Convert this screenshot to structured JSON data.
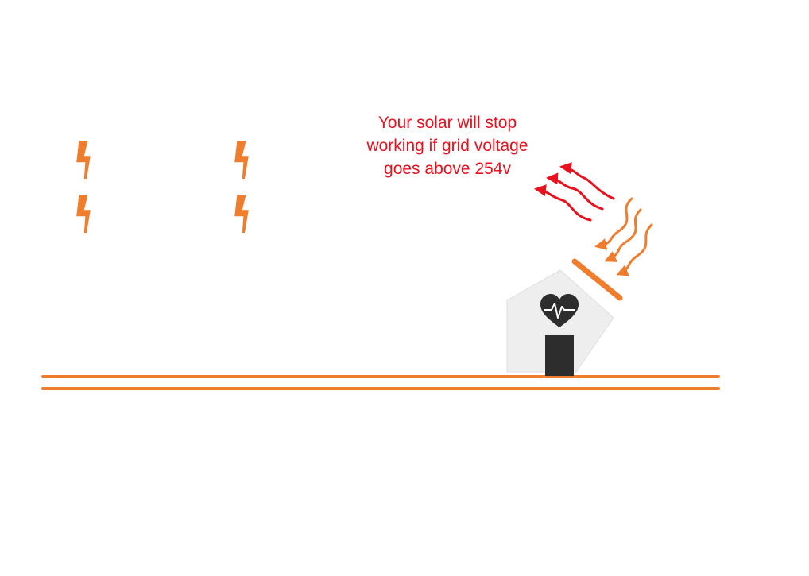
{
  "caption": {
    "lines": [
      "Your solar will stop",
      "working if grid voltage",
      "goes above 254v"
    ]
  },
  "colors": {
    "accent": "#ef7d2e",
    "alert": "#e8111e",
    "house": "#eeeeee",
    "house_edge": "#dedede",
    "dark": "#2d2d2d"
  },
  "icons": {
    "bolts": "lightning-icon",
    "heart": "heart-pulse-icon",
    "sun_rays": "wavy-arrow-icon",
    "reflected_rays": "wavy-arrow-icon",
    "panel": "solar-panel-icon",
    "house": "house-icon",
    "meter": "meter-icon"
  }
}
